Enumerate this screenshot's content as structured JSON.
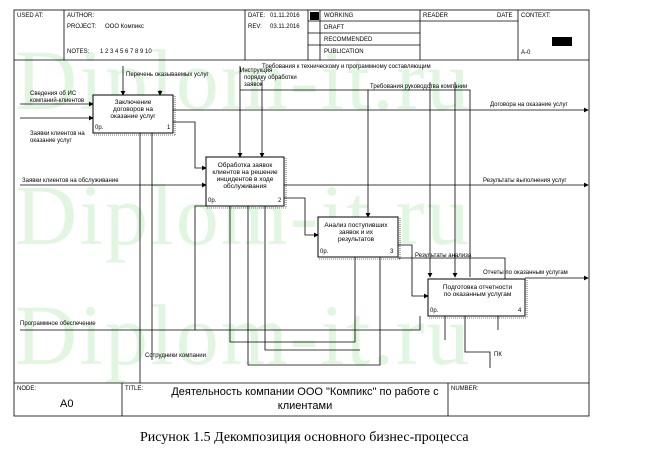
{
  "header": {
    "used_at": "USED AT:",
    "author_label": "AUTHOR:",
    "project_label": "PROJECT:",
    "project_value": "ООО Компикс",
    "date_label": "DATE:",
    "date_value": "01.11.2016",
    "rev_label": "REV:",
    "rev_value": "03.11.2016",
    "notes_label": "NOTES:",
    "notes_value": "1 2 3 4 5 6 7 8 9 10",
    "working": "WORKING",
    "draft": "DRAFT",
    "recommended": "RECOMMENDED",
    "publication": "PUBLICATION",
    "reader": "READER",
    "date2": "DATE",
    "context": "CONTEXT:",
    "context_node": "A-0"
  },
  "boxes": [
    {
      "label": "Заключение договоров на оказание услуг",
      "ref": "0р.",
      "num": "1"
    },
    {
      "label": "Обработка заявок клиентов на решение инцидентов в ходе обслуживания",
      "ref": "0р.",
      "num": "2"
    },
    {
      "label": "Анализ поступивших заявок и их результатов",
      "ref": "0р.",
      "num": "3"
    },
    {
      "label": "Подготовка отчетности по оказанным услугам",
      "ref": "0р.",
      "num": "4"
    }
  ],
  "arrows": {
    "a1": "Перечень оказываемых услуг",
    "a2": "Инструкция",
    "a3": "Требования к техническому и программному составляющим",
    "a4": "порядку обработки",
    "a5": "заявок",
    "a6": "Требования руководства компании",
    "a7": "Сведения об ИС компаний-клиентов",
    "a8": "Договора на оказание услуг",
    "a9": "Заявки клиентов на оказание услуг",
    "a10": "Заявки клиентов на обслуживание",
    "a11": "Результаты выполнения услуг",
    "a12": "Результаты анализа",
    "a13": "Отчеты по оказанным услугам",
    "a14": "Программное обеспечение",
    "a15": "Сотрудники компании",
    "a16": "ПК"
  },
  "footer": {
    "node_label": "NODE:",
    "node_value": "A0",
    "title_label": "TITLE:",
    "title_value": "Деятельность компании ООО \"Компикс\" по работе с клиентами",
    "number_label": "NUMBER:"
  },
  "watermark": "Diplom-it.ru",
  "caption": "Рисунок 1.5 Декомпозиция основного бизнес-процесса"
}
